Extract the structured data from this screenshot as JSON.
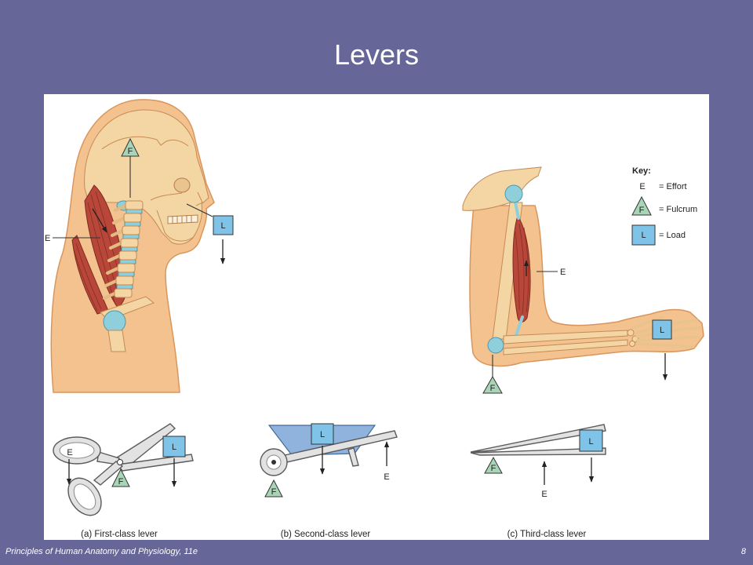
{
  "slide": {
    "title": "Levers",
    "footer": "Principles of Human Anatomy and Physiology, 11e",
    "page_number": "8"
  },
  "figure": {
    "head": {
      "fulcrum": "F",
      "effort": "E",
      "load": "L"
    },
    "arm": {
      "fulcrum": "F",
      "effort": "E",
      "load": "L"
    },
    "key": {
      "heading": "Key:",
      "effort_symbol": "E",
      "effort_label": "= Effort",
      "fulcrum_symbol": "F",
      "fulcrum_label": "= Fulcrum",
      "load_symbol": "L",
      "load_label": "= Load"
    },
    "first_class_lever": {
      "effort": "E",
      "fulcrum": "F",
      "load": "L",
      "caption": "(a) First-class lever"
    },
    "second_class_lever": {
      "load": "L",
      "fulcrum": "F",
      "effort": "E",
      "caption": "(b) Second-class lever"
    },
    "third_class_lever": {
      "load": "L",
      "fulcrum": "F",
      "effort": "E",
      "caption": "(c) Third-class lever"
    }
  },
  "colors": {
    "background": "#666699",
    "fulcrum": "#a8d5b6",
    "load": "#7fc4e8",
    "muscle": "#b8473a",
    "skin": "#f3c28f",
    "bone": "#f4d6a4",
    "cartilage": "#8fcfdb",
    "wheelbarrow_tray": "#8fb3dc",
    "tool_metal": "#e2e2e2"
  }
}
